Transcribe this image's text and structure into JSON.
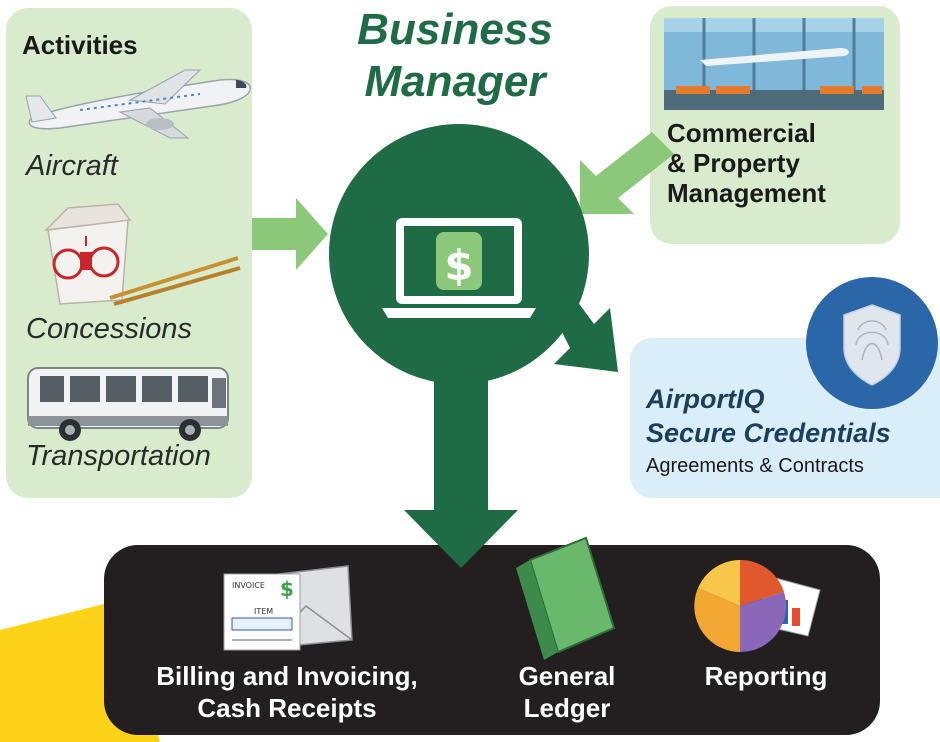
{
  "title": {
    "line1": "Business",
    "line2": "Manager"
  },
  "activities": {
    "heading": "Activities",
    "items": [
      {
        "label": "Aircraft",
        "icon": "airplane-icon"
      },
      {
        "label": "Concessions",
        "icon": "takeout-box-icon"
      },
      {
        "label": "Transportation",
        "icon": "bus-icon"
      }
    ]
  },
  "commercial": {
    "line1": "Commercial",
    "line2": "& Property",
    "line3": "Management",
    "icon": "airport-terminal-icon"
  },
  "credentials": {
    "line1": "AirportIQ",
    "line2": "Secure Credentials",
    "subtitle": "Agreements & Contracts",
    "icon": "fingerprint-shield-icon"
  },
  "center": {
    "icon": "laptop-dollar-icon",
    "symbol": "$"
  },
  "invoice_icon": {
    "heading": "INVOICE",
    "item": "ITEM",
    "symbol": "$"
  },
  "outputs": {
    "billing": {
      "line1": "Billing and Invoicing,",
      "line2": "Cash Receipts",
      "icon": "invoice-envelope-icon"
    },
    "ledger": {
      "line1": "General",
      "line2": "Ledger",
      "icon": "ledger-book-icon"
    },
    "reporting": {
      "line1": "Reporting",
      "icon": "pie-chart-report-icon"
    }
  },
  "colors": {
    "brand_green": "#1e6b45",
    "panel_green": "#d8eccd",
    "arrow_green": "#8cc87a",
    "panel_blue": "#d9eef8",
    "shield_blue": "#2a66a8",
    "bottom_dark": "#231f20",
    "accent_yellow": "#ffd21a"
  }
}
